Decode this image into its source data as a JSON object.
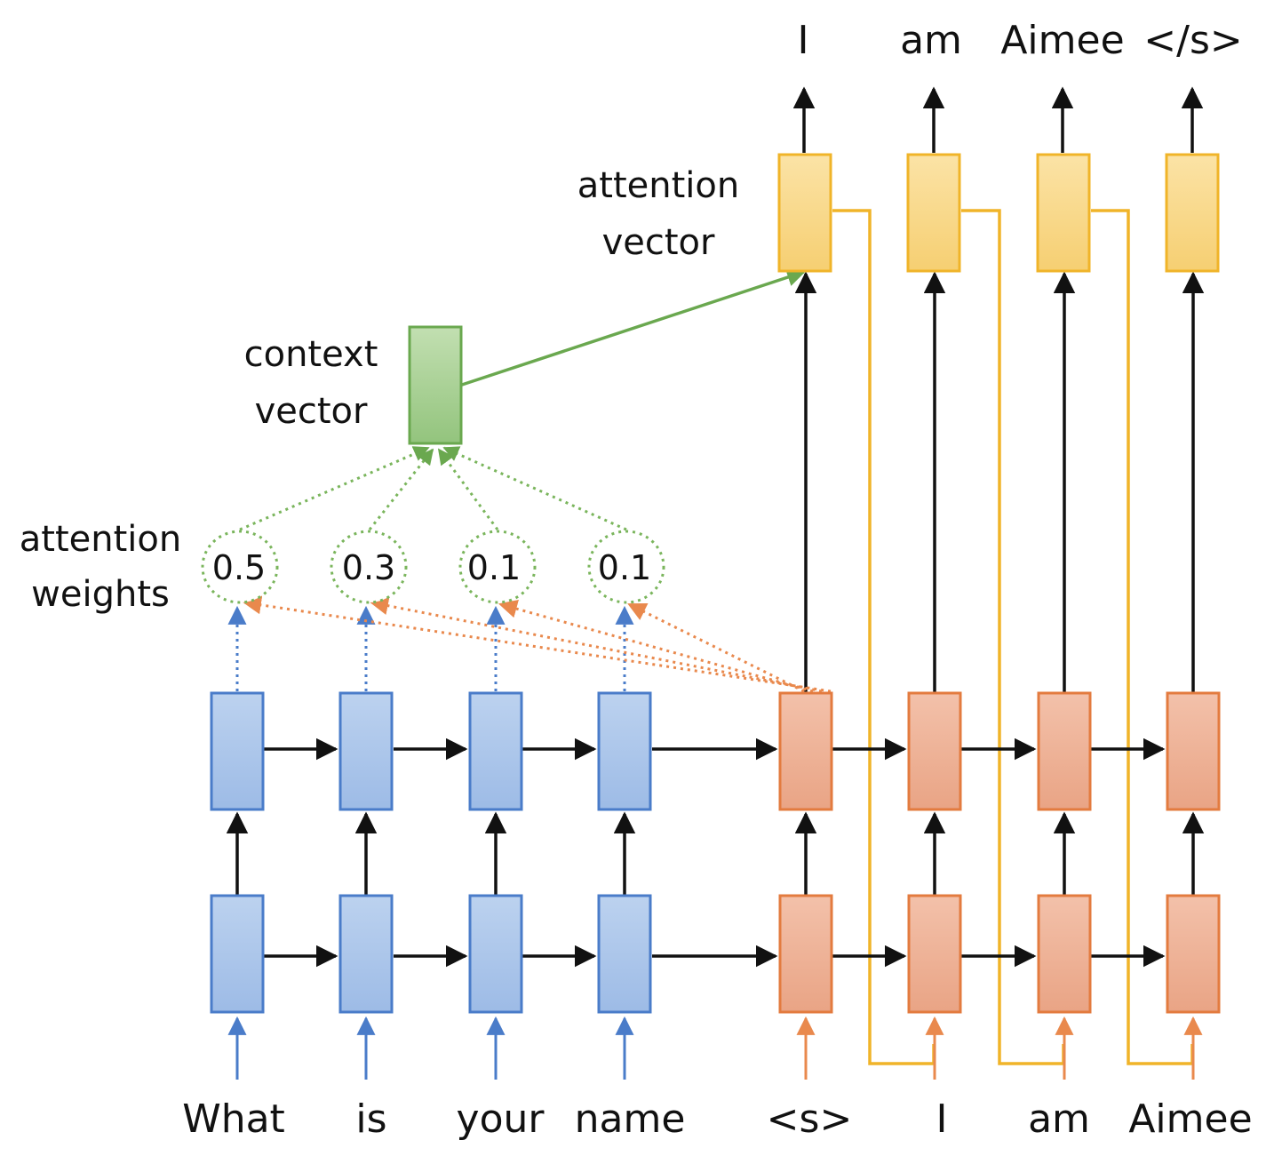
{
  "colors": {
    "encoder_fill": "#a9c4e8",
    "encoder_stroke": "#4a7cc9",
    "decoder_fill": "#eeb196",
    "decoder_stroke": "#e37b3f",
    "attention_fill": "#f9d98c",
    "attention_stroke": "#f0b429",
    "context_fill": "#a6cf8f",
    "context_stroke": "#6aa84f",
    "blue_arrow": "#4a7cc9",
    "orange_arrow": "#e9894d",
    "green_dotted": "#7ab55c",
    "yellow_line": "#f0b429",
    "black": "#111111"
  },
  "encoder": {
    "input_words": [
      "What",
      "is",
      "your",
      "name"
    ]
  },
  "decoder": {
    "input_words": [
      "<s>",
      "I",
      "am",
      "Aimee"
    ],
    "output_words": [
      "I",
      "am",
      "Aimee",
      "</s>"
    ]
  },
  "attention_weights": {
    "label_line1": "attention",
    "label_line2": "weights",
    "values": [
      "0.5",
      "0.3",
      "0.1",
      "0.1"
    ]
  },
  "context_vector": {
    "label_line1": "context",
    "label_line2": "vector"
  },
  "attention_vector": {
    "label_line1": "attention",
    "label_line2": "vector"
  }
}
